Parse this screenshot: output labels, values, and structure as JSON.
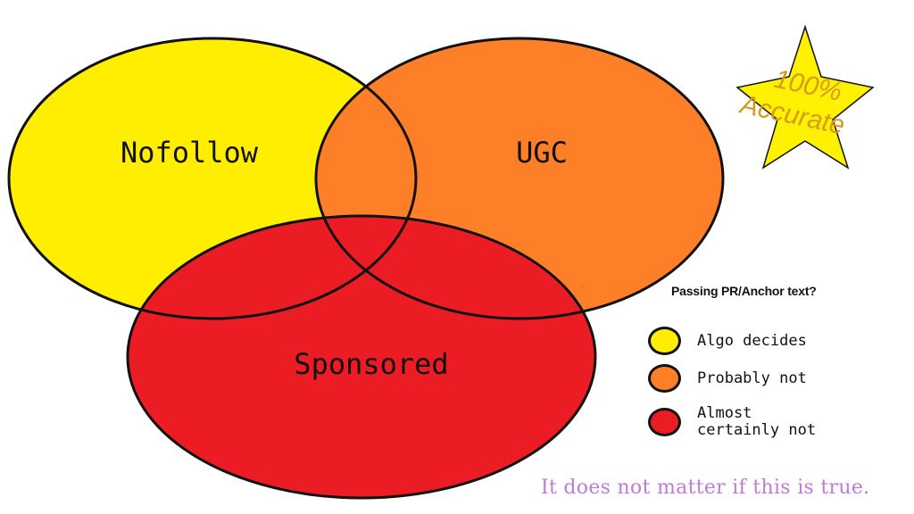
{
  "diagram": {
    "sets": [
      {
        "label": "Nofollow",
        "color": "#ffee00"
      },
      {
        "label": "UGC",
        "color": "#fd7f27"
      },
      {
        "label": "Sponsored",
        "color": "#ec1c24"
      }
    ],
    "overlap_colors": {
      "nofollow_ugc": "#fd7f27",
      "all_three": "#ec1c24"
    },
    "outline_color": "#111111"
  },
  "badge": {
    "line1": "100%",
    "line2": "Accurate",
    "star_color": "#fef200",
    "text_color": "#d79b1c"
  },
  "legend": {
    "title": "Passing PR/Anchor text?",
    "items": [
      {
        "label": "Algo decides",
        "color": "#ffee00"
      },
      {
        "label": "Probably not",
        "color": "#fd7f27"
      },
      {
        "label": "Almost\ncertainly not",
        "color": "#ec1c24"
      }
    ]
  },
  "footnote": "It does not matter if this is true."
}
